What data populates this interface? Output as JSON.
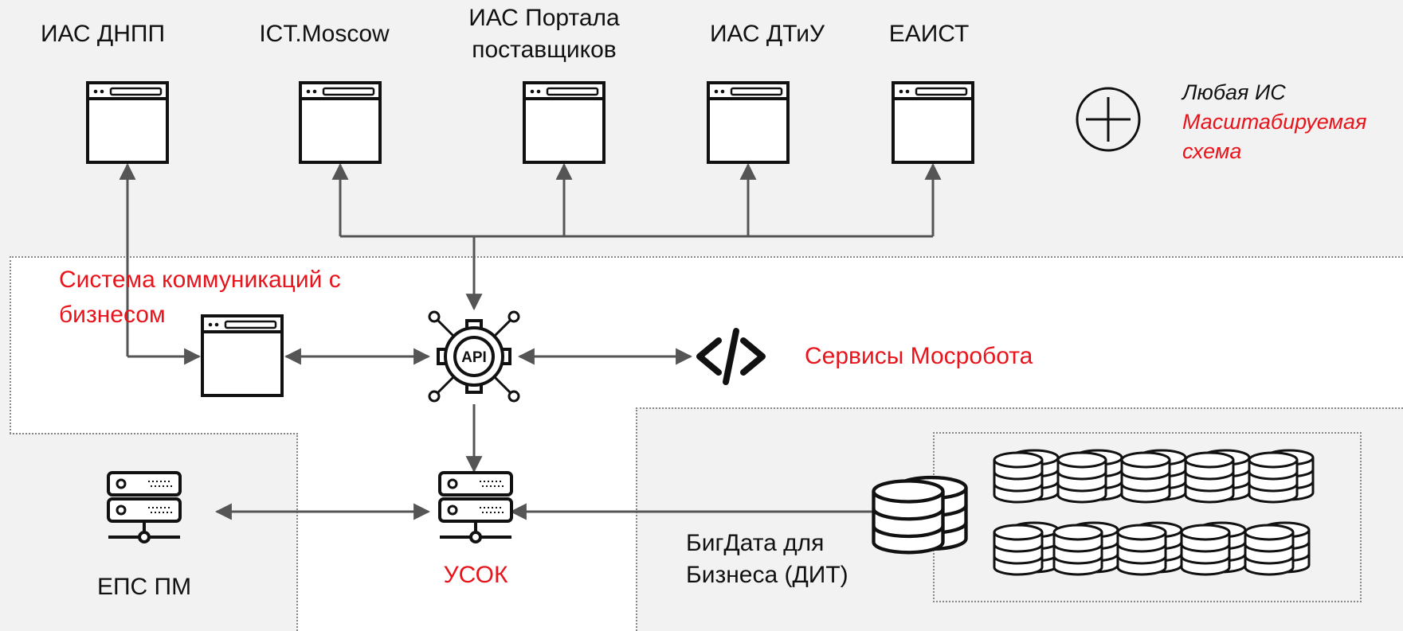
{
  "systems": [
    {
      "id": "ias-dnpp",
      "label": "ИАС ДНПП"
    },
    {
      "id": "ict-moscow",
      "label": "ICT.Moscow"
    },
    {
      "id": "ias-portal",
      "label": "ИАС Портала поставщиков"
    },
    {
      "id": "ias-dtiu",
      "label": "ИАС ДТиУ"
    },
    {
      "id": "eaist",
      "label": "ЕАИСТ"
    }
  ],
  "any_is": {
    "line1": "Любая ИС",
    "line2": "Масштабируемая",
    "line3": "схема"
  },
  "scb": {
    "line1": "Система коммуникаций с",
    "line2": "бизнесом"
  },
  "api_hub": {
    "icon_text": "API"
  },
  "mosrobot": {
    "label": "Сервисы Мосробота"
  },
  "eps": {
    "label": "ЕПС ПМ"
  },
  "usok": {
    "label": "УСОК"
  },
  "bigdata": {
    "line1": "БигДата для",
    "line2": "Бизнеса (ДИТ)"
  },
  "colors": {
    "accent_red": "#e8141c",
    "line_gray": "#555555",
    "icon_black": "#111111",
    "zone_gray": "#f2f2f2"
  }
}
